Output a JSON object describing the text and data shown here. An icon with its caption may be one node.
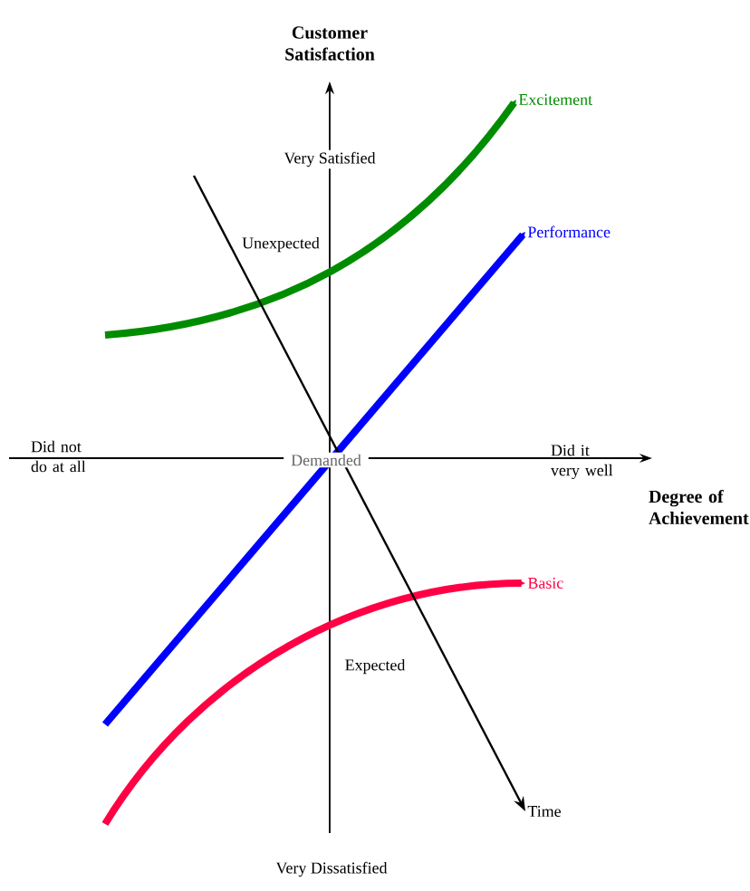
{
  "diagram": {
    "nodes": [
      {
        "text": [
          "Excitement"
        ]
      },
      {
        "text": [
          "Performance"
        ]
      },
      {
        "text": [
          "Basic"
        ]
      },
      {
        "text": [
          "Time"
        ]
      }
    ],
    "edges": [
      {
        "from": null,
        "to": 0,
        "arrow": "to",
        "color": "#008c00"
      },
      {
        "from": null,
        "to": 1,
        "arrow": "to",
        "color": "#0000ff"
      },
      {
        "from": null,
        "to": 2,
        "arrow": "to",
        "color": "#ff0044"
      },
      {
        "from": null,
        "to": 3,
        "arrow": "to",
        "color": "#000000"
      }
    ],
    "labels": [
      "Customer Satisfaction",
      "Very Satisfied",
      "Unexpected",
      "Did not do at all",
      "Demanded",
      "Did it very well",
      "Degree of Achievement",
      "Expected",
      "Very Dissatisfied"
    ]
  }
}
